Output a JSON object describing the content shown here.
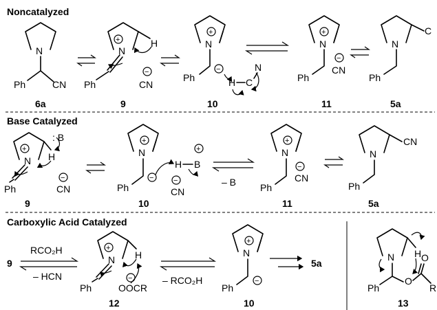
{
  "sections": {
    "noncatalyzed": "Noncatalyzed",
    "base": "Base Catalyzed",
    "acid": "Carboxylic Acid Catalyzed"
  },
  "atoms": {
    "N": "N",
    "H": "H",
    "Ph": "Ph",
    "CN": "CN",
    "B": "B",
    "colonB": ": B",
    "minusB": "– B",
    "HCN_HC": "H",
    "HCN_C": "C",
    "HCN_N": "N",
    "C_cut": "C",
    "R": "R",
    "O": "O",
    "OOCR": "OOCR"
  },
  "reagents": {
    "rco2h": "RCO₂H",
    "minus_hcn": "– HCN",
    "minus_rco2h": "– RCO₂H"
  },
  "compounds": {
    "c6a": "6a",
    "c9": "9",
    "c10": "10",
    "c11": "11",
    "c5a": "5a",
    "c12": "12",
    "c13": "13"
  },
  "charges": {
    "plus": "+",
    "minus": "−"
  }
}
